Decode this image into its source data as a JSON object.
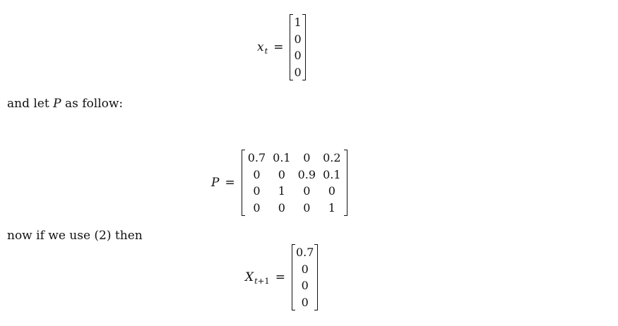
{
  "eq1": {
    "lhs_var": "x",
    "lhs_sub": "t",
    "equals": "=",
    "rows": [
      [
        "1"
      ],
      [
        "0"
      ],
      [
        "0"
      ],
      [
        "0"
      ]
    ]
  },
  "para1": {
    "before": "and let ",
    "var": "P",
    "after": " as follow:"
  },
  "eq2": {
    "lhs_var": "P",
    "equals": "=",
    "rows": [
      [
        "0.7",
        "0.1",
        "0",
        "0.2"
      ],
      [
        "0",
        "0",
        "0.9",
        "0.1"
      ],
      [
        "0",
        "1",
        "0",
        "0"
      ],
      [
        "0",
        "0",
        "0",
        "1"
      ]
    ]
  },
  "para2": {
    "text": "now if we use (2) then"
  },
  "eq3": {
    "lhs_var": "X",
    "lhs_sub_var": "t",
    "lhs_sub_rest": "+1",
    "equals": "=",
    "rows": [
      [
        "0.7"
      ],
      [
        "0"
      ],
      [
        "0"
      ],
      [
        "0"
      ]
    ]
  }
}
